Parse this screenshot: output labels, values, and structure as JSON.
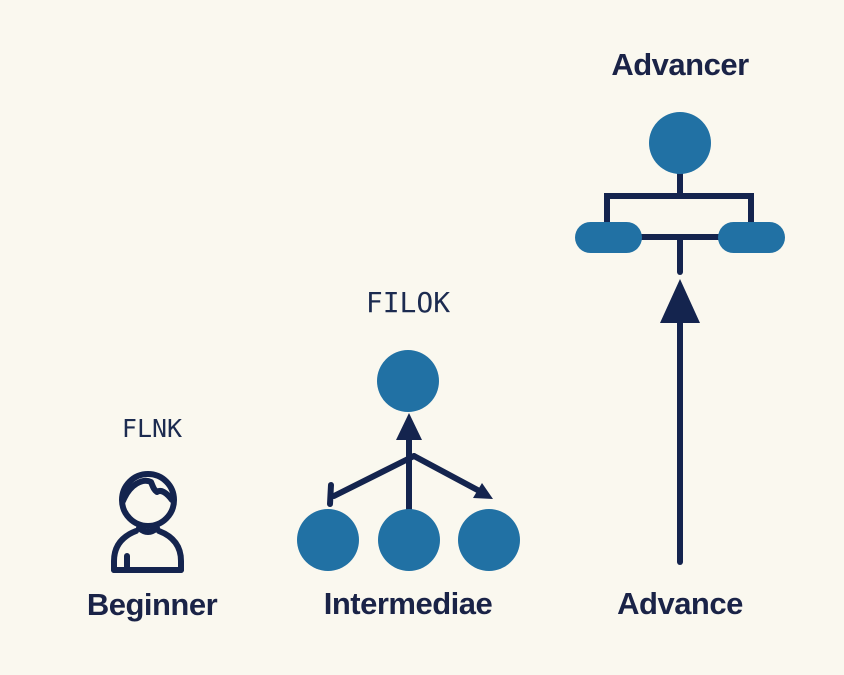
{
  "palette": {
    "background": "#FAF8EF",
    "node_blue": "#2171A4",
    "line_navy": "#14244E",
    "text_navy": "#1A2347"
  },
  "diagram": {
    "description": "Three-stage skill progression diagram",
    "stages": [
      {
        "id": "beginner",
        "caption": "FLNK",
        "label": "Beginner",
        "icon": "person-icon"
      },
      {
        "id": "intermediate",
        "caption": "FILOK",
        "label": "Intermediae",
        "structure": "one parent circle node with up-arrow from a junction branching to three child circle nodes"
      },
      {
        "id": "advance",
        "title": "Advancer",
        "label": "Advance",
        "structure": "circle node over bracket to two pill nodes, long upward arrow rising from below"
      }
    ]
  }
}
